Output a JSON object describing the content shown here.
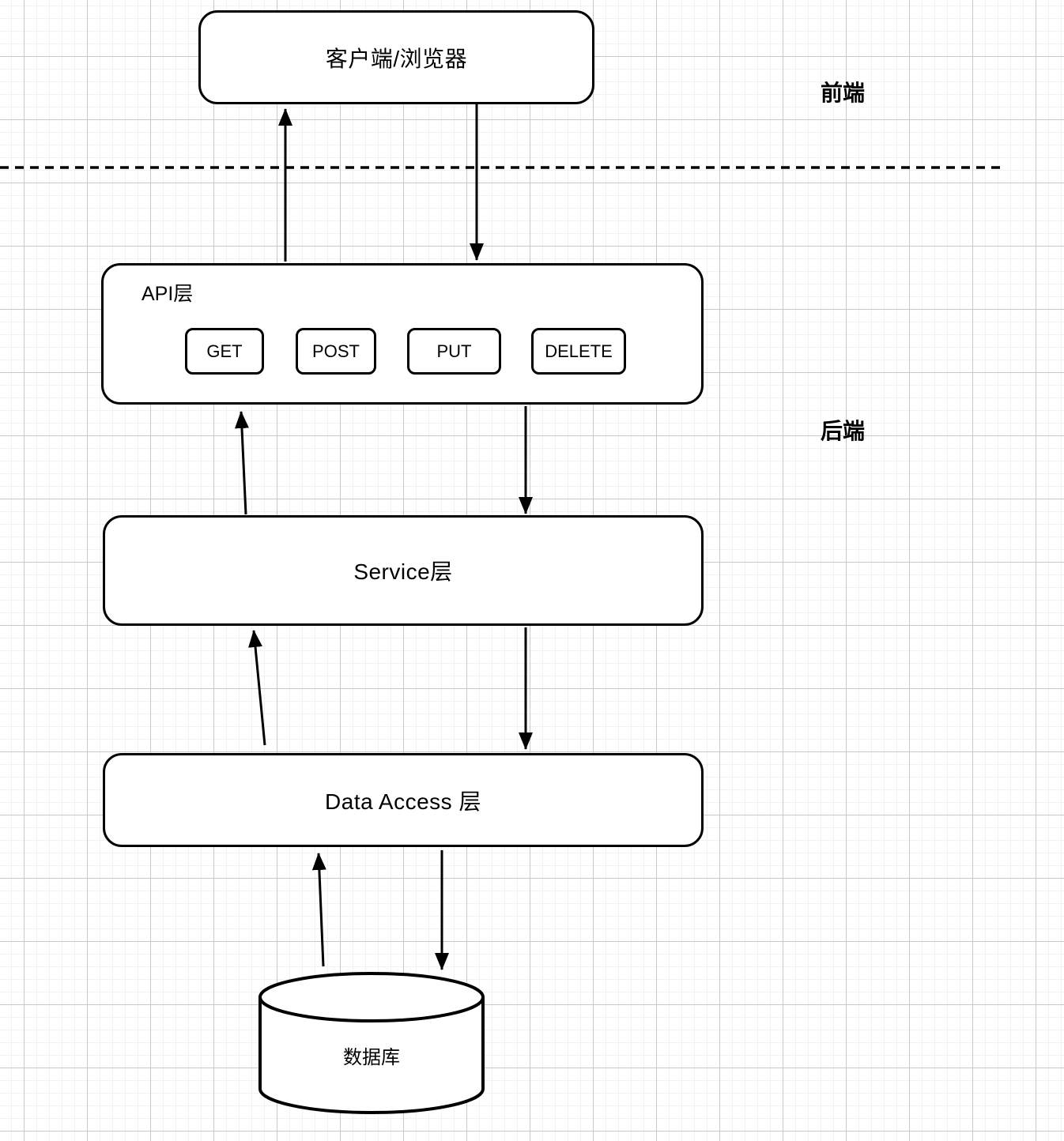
{
  "diagram": {
    "regions": {
      "frontend": "前端",
      "backend": "后端"
    },
    "client_label": "客户端/浏览器",
    "api": {
      "title": "API层",
      "methods": [
        "GET",
        "POST",
        "PUT",
        "DELETE"
      ]
    },
    "service_label": "Service层",
    "data_access_label": "Data Access 层",
    "database_label": "数据库",
    "colors": {
      "shape_stroke": "#000000",
      "shape_fill": "#ffffff",
      "grid_major": "#c8c8c8",
      "grid_minor": "#f2f2f2",
      "background": "#ffffff"
    }
  }
}
